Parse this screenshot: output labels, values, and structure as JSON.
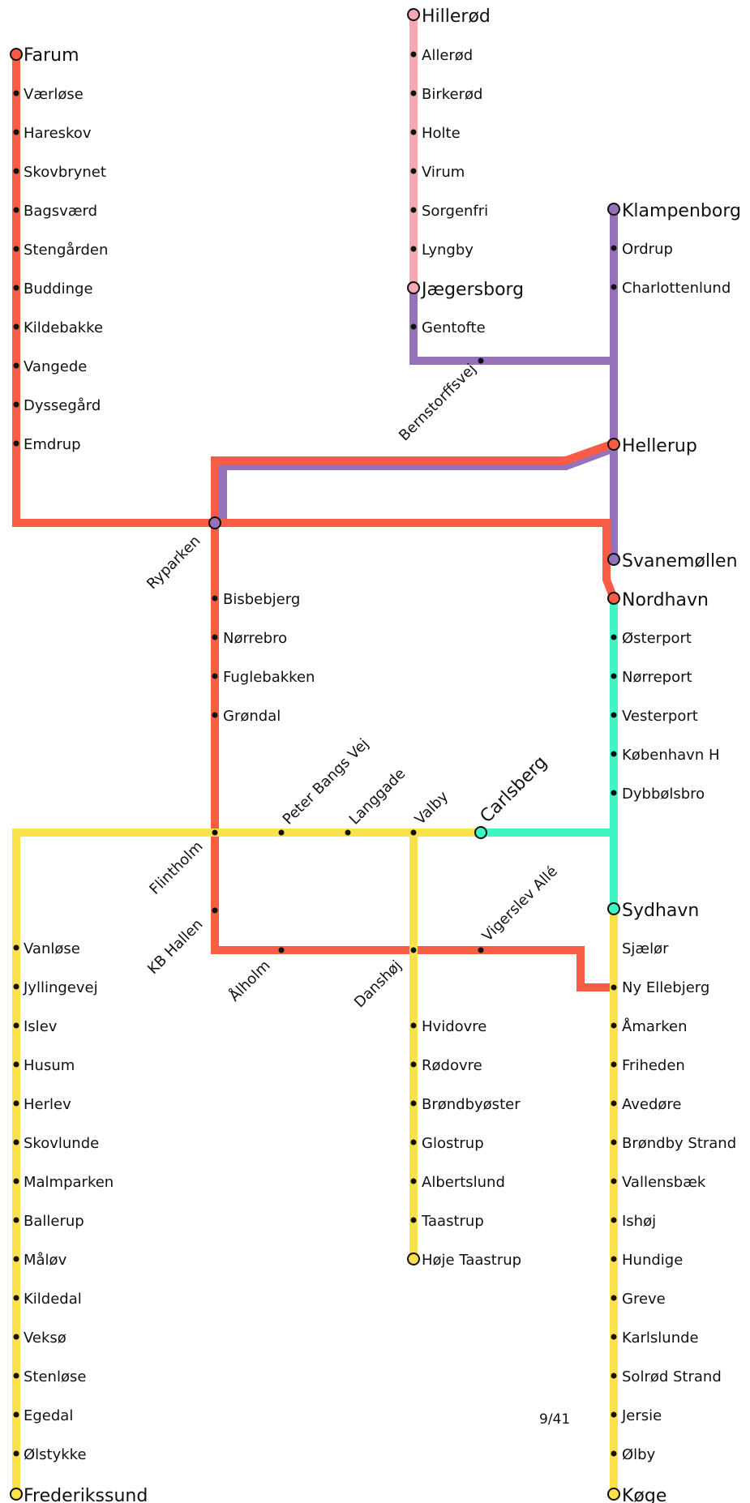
{
  "colors": {
    "red": "#f85c45",
    "pink": "#f5a7b4",
    "purple": "#9673b9",
    "teal": "#3ef5c3",
    "yellow": "#fbe14c"
  },
  "page_number": "9/41",
  "stations": {
    "farum": "Farum",
    "vaerloese": "Værløse",
    "hareskov": "Hareskov",
    "skovbrynet": "Skovbrynet",
    "bagsvaerd": "Bagsværd",
    "stengaarden": "Stengården",
    "buddinge": "Buddinge",
    "kildebakke": "Kildebakke",
    "vangede": "Vangede",
    "dyssegaard": "Dyssegård",
    "emdrup": "Emdrup",
    "hilleroed": "Hillerød",
    "alleroed": "Allerød",
    "birkeroed": "Birkerød",
    "holte": "Holte",
    "virum": "Virum",
    "sorgenfri": "Sorgenfri",
    "lyngby": "Lyngby",
    "jaegersborg": "Jægersborg",
    "gentofte": "Gentofte",
    "bernstorffsvej": "Bernstorffsvej",
    "klampenborg": "Klampenborg",
    "ordrup": "Ordrup",
    "charlottenlund": "Charlottenlund",
    "hellerup": "Hellerup",
    "ryparken": "Ryparken",
    "svanemoellen": "Svanemøllen",
    "nordhavn": "Nordhavn",
    "bisbebjerg": "Bisbebjerg",
    "noerrebro": "Nørrebro",
    "fuglebakken": "Fuglebakken",
    "groendal": "Grøndal",
    "oesterport": "Østerport",
    "noerreport": "Nørreport",
    "vesterport": "Vesterport",
    "koebenhavn_h": "København H",
    "dybboelsbro": "Dybbølsbro",
    "peter_bangs_vej": "Peter Bangs Vej",
    "langgade": "Langgade",
    "valby": "Valby",
    "carlsberg": "Carlsberg",
    "flintholm": "Flintholm",
    "kb_hallen": "KB Hallen",
    "vigerslev_alle": "Vigerslev Allé",
    "sydhavn": "Sydhavn",
    "aalholm": "Ålholm",
    "danshoej": "Danshøj",
    "sjaeloer": "Sjælør",
    "ny_ellebjerg": "Ny Ellebjerg",
    "vanloese": "Vanløse",
    "jyllingevej": "Jyllingevej",
    "islev": "Islev",
    "husum": "Husum",
    "herlev": "Herlev",
    "skovlunde": "Skovlunde",
    "malmparken": "Malmparken",
    "ballerup": "Ballerup",
    "maaloev": "Måløv",
    "kildedal": "Kildedal",
    "veksoe": "Veksø",
    "stenloese": "Stenløse",
    "egedal": "Egedal",
    "oelstykke": "Ølstykke",
    "frederikssund": "Frederikssund",
    "hvidovre": "Hvidovre",
    "roedovre": "Rødovre",
    "broendbyoester": "Brøndbyøster",
    "glostrup": "Glostrup",
    "albertslund": "Albertslund",
    "taastrup": "Taastrup",
    "hoeje_taastrup": "Høje Taastrup",
    "aamarken": "Åmarken",
    "friheden": "Friheden",
    "avedoere": "Avedøre",
    "broendby_strand": "Brøndby Strand",
    "vallensbaek": "Vallensbæk",
    "ishoej": "Ishøj",
    "hundige": "Hundige",
    "greve": "Greve",
    "karlslunde": "Karlslunde",
    "solroed_strand": "Solrød Strand",
    "jersie": "Jersie",
    "oelby": "Ølby",
    "koege": "Køge"
  }
}
